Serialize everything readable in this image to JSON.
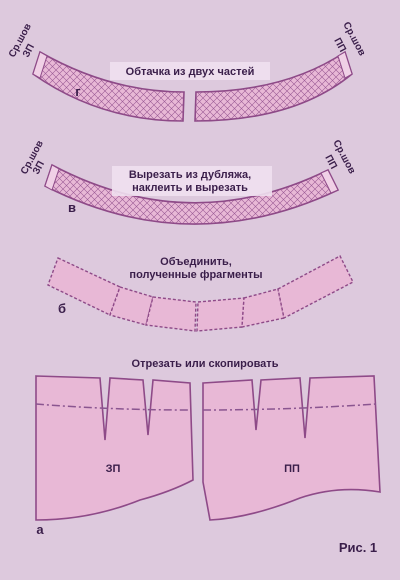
{
  "colors": {
    "background": "#ddc9dd",
    "piece_fill": "#e8b8d6",
    "outline": "#8e4a88",
    "dashed": "#8a5590",
    "text": "#3a1e4a"
  },
  "step_g": {
    "letter": "г",
    "caption": "Обтачка из двух частей",
    "left_seam": [
      "Ср.шов",
      "ЗП"
    ],
    "right_seam": [
      "Ср.шов",
      "ПП"
    ]
  },
  "step_v": {
    "letter": "в",
    "caption_line1": "Вырезать из дубляжа,",
    "caption_line2": "наклеить и вырезать",
    "left_seam": [
      "Ср.шов",
      "ЗП"
    ],
    "right_seam": [
      "Ср.шов",
      "ПП"
    ]
  },
  "step_b": {
    "letter": "б",
    "caption_line1": "Объединить,",
    "caption_line2": "полученные фрагменты"
  },
  "step_a": {
    "letter": "а",
    "caption": "Отрезать или скопировать",
    "back_label": "ЗП",
    "front_label": "ПП"
  },
  "figure_label": "Рис. 1"
}
